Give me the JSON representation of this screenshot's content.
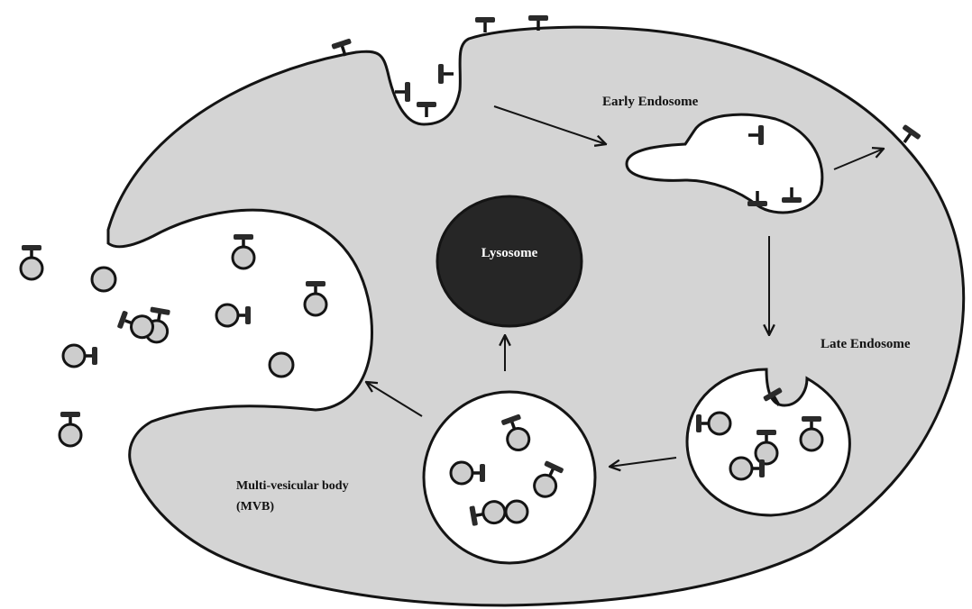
{
  "diagram": {
    "labels": {
      "early_endosome": "Early Endosome",
      "lysosome": "Lysosome",
      "late_endosome": "Late Endosome",
      "mvb_line1": "Multi-vesicular body",
      "mvb_line2": "(MVB)"
    },
    "colors": {
      "cytoplasm": "#d4d4d4",
      "background": "#ffffff",
      "outline": "#141414",
      "lysosome": "#262626",
      "vesicle": "#cdcdcd",
      "lysosome_text": "#ffffff"
    }
  }
}
